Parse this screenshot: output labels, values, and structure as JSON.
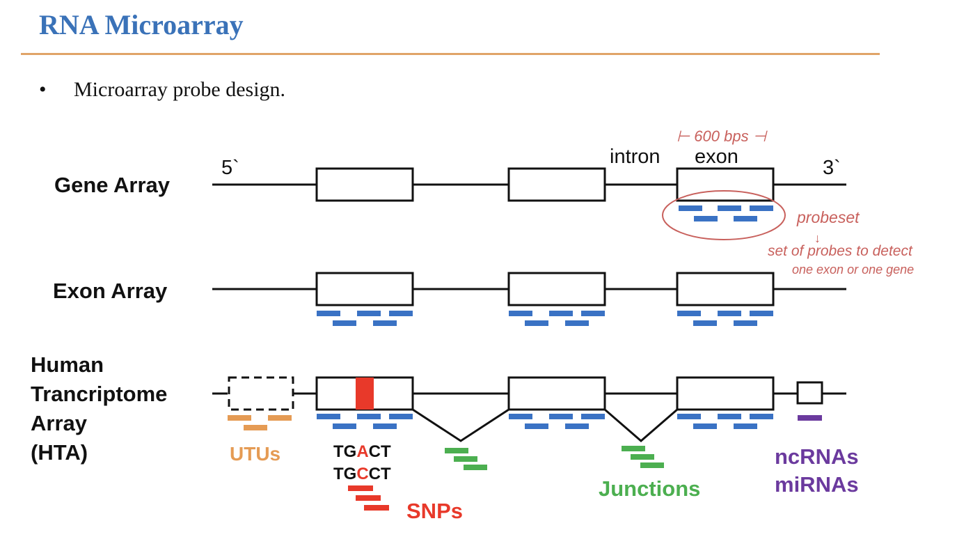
{
  "header": {
    "title": "RNA Microarray"
  },
  "bullets": [
    "Microarray probe design."
  ],
  "rows": {
    "gene": {
      "label": "Gene Array"
    },
    "exon": {
      "label": "Exon Array"
    },
    "hta": {
      "label_lines": [
        "Human",
        "Trancriptome",
        "Array",
        "(HTA)"
      ]
    }
  },
  "gene_array_labels": {
    "five_prime": "5`",
    "three_prime": "3`",
    "intron": "intron",
    "exon": "exon"
  },
  "annotations": {
    "exon_length": "⊢ 600 bps ⊣",
    "probeset": "probeset",
    "arrow": "↓",
    "description_lines": [
      "set of probes to detect",
      "one exon or one gene"
    ]
  },
  "hta_labels": {
    "utus": "UTUs",
    "snp_seq1": [
      "TG",
      "A",
      "CT"
    ],
    "snp_seq2": [
      "TG",
      "C",
      "CT"
    ],
    "snps": "SNPs",
    "junctions": "Junctions",
    "ncrnas": "ncRNAs",
    "mirnas": "miRNAs"
  },
  "colors": {
    "title": "#3a72b8",
    "rule": "#e0a468",
    "probe": "#3a72c4",
    "utu": "#e59b54",
    "snp": "#e8392a",
    "junction": "#4caf50",
    "ncrna": "#6b3a9e",
    "handwriting": "#c8605c"
  }
}
